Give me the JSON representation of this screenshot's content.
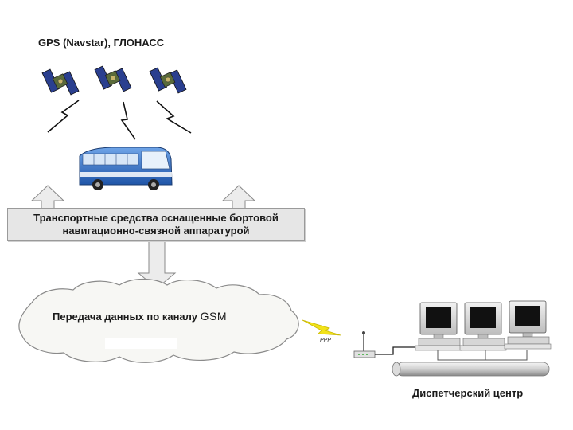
{
  "gps": {
    "title": "GPS (Navstar), ГЛОНАСС"
  },
  "vehicles": {
    "line1": "Транспортные средства оснащенные бортовой",
    "line2": "навигационно-связной аппаратурой"
  },
  "transmission": {
    "label": "Передача данных по каналу",
    "channel": "GSM"
  },
  "link": {
    "protocol": "PPP"
  },
  "dispatch": {
    "label": "Диспетчерский центр"
  },
  "icons": {
    "satellite": "satellite-icon",
    "signal": "lightning-signal-icon",
    "bus": "bus-icon",
    "arrow": "up-arrow-icon",
    "cloud": "cloud-icon",
    "modem": "modem-icon",
    "computer": "computer-icon",
    "network": "network-bus-icon"
  },
  "colors": {
    "panel_fill": "#e6e6e6",
    "signal_yellow": "#f2e21a",
    "bus_blue": "#2d6cc4",
    "satellite_green": "#5a6b3a",
    "solar_blue": "#2a3f8f"
  }
}
